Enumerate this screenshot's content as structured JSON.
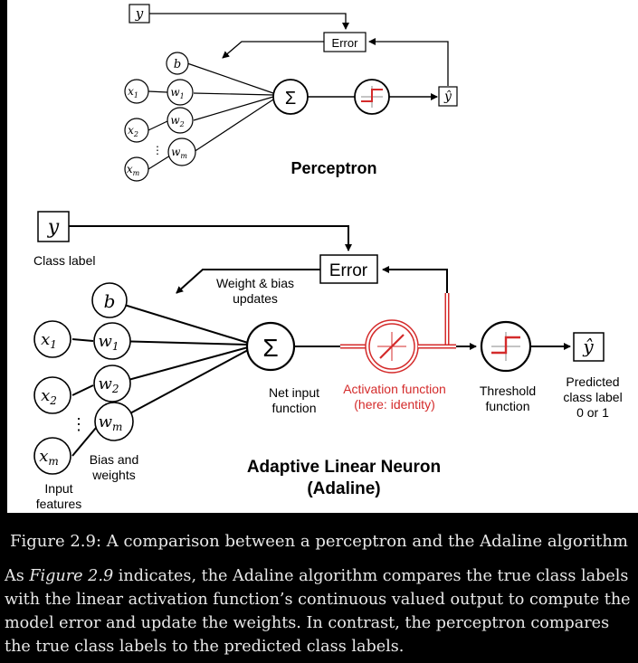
{
  "perceptron": {
    "y": "y",
    "error": "Error",
    "b": "b",
    "x1": "x",
    "x1_sub": "1",
    "x2": "x",
    "x2_sub": "2",
    "xm": "x",
    "xm_sub": "m",
    "w1": "w",
    "w1_sub": "1",
    "w2": "w",
    "w2_sub": "2",
    "wm": "w",
    "wm_sub": "m",
    "sigma": "Σ",
    "yhat": "ŷ",
    "title": "Perceptron"
  },
  "adaline": {
    "y": "y",
    "class_label": "Class label",
    "error": "Error",
    "weight_updates_1": "Weight & bias",
    "weight_updates_2": "updates",
    "b": "b",
    "x1": "x",
    "x1_sub": "1",
    "x2": "x",
    "x2_sub": "2",
    "xm": "x",
    "xm_sub": "m",
    "w1": "w",
    "w1_sub": "1",
    "w2": "w",
    "w2_sub": "2",
    "wm": "w",
    "wm_sub": "m",
    "sigma": "Σ",
    "yhat": "ŷ",
    "bias_weights_1": "Bias and",
    "bias_weights_2": "weights",
    "input_features_1": "Input",
    "input_features_2": "features",
    "net_input_1": "Net input",
    "net_input_2": "function",
    "activation_1": "Activation function",
    "activation_2": "(here: identity)",
    "threshold_1": "Threshold",
    "threshold_2": "function",
    "predicted_1": "Predicted",
    "predicted_2": "class label",
    "predicted_3": "0 or 1",
    "title_1": "Adaptive Linear Neuron",
    "title_2": "(Adaline)"
  },
  "colors": {
    "activation": "#d42b2b",
    "text_light": "#e8e8e8"
  },
  "caption": "Figure 2.9: A comparison between a perceptron and the Adaline algorithm",
  "paragraph": {
    "part1": "As ",
    "ref": "Figure 2.9",
    "part2": " indicates, the Adaline algorithm compares the true class labels with the linear activation function’s continuous valued output to compute the model error and update the weights. In contrast, the perceptron compares the true class labels to the predicted class labels."
  }
}
